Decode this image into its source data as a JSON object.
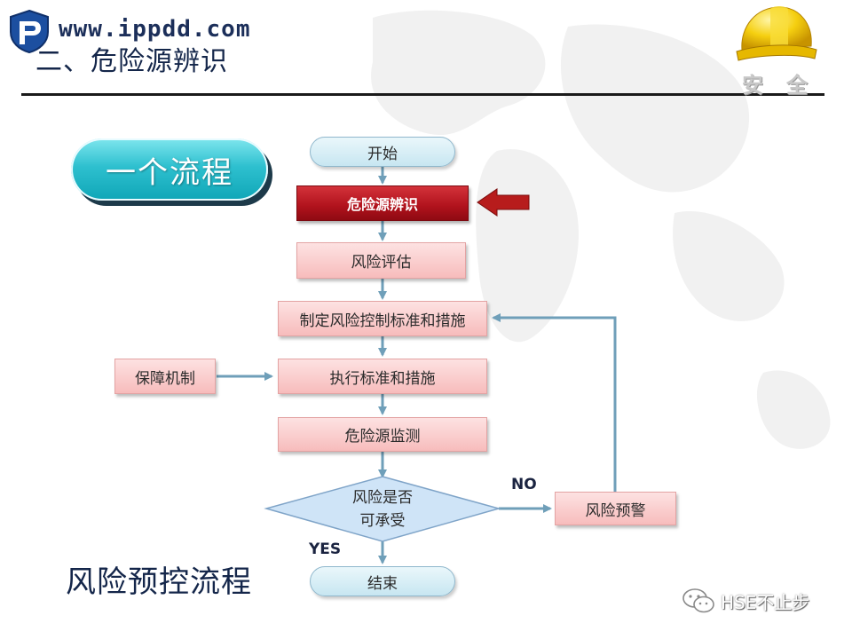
{
  "header": {
    "watermark_url": "www.ippdd.com",
    "title": "二、危险源辨识",
    "helmet_label": "安全"
  },
  "pill_label": "一个流程",
  "subtitle": "风险预控流程",
  "flowchart": {
    "start": "开始",
    "identify": "危险源辨识",
    "assess": "风险评估",
    "standards": "制定风险控制标准和措施",
    "execute": "执行标准和措施",
    "guarantee": "保障机制",
    "monitor": "危险源监测",
    "decision_line1": "风险是否",
    "decision_line2": "可承受",
    "warning": "风险预警",
    "end": "结束",
    "no_label": "NO",
    "yes_label": "YES"
  },
  "footer_watermark": "HSE不止步",
  "colors": {
    "active_step": "#b0121c",
    "step_fill": "#f7bcbc",
    "connector": "#6f9fb9",
    "pill": "#2ec0cf"
  },
  "icons": {
    "logo": "shield-logo-icon",
    "helmet": "safety-helmet-icon",
    "pointer": "red-arrow-icon",
    "footer": "wechat-icon"
  }
}
